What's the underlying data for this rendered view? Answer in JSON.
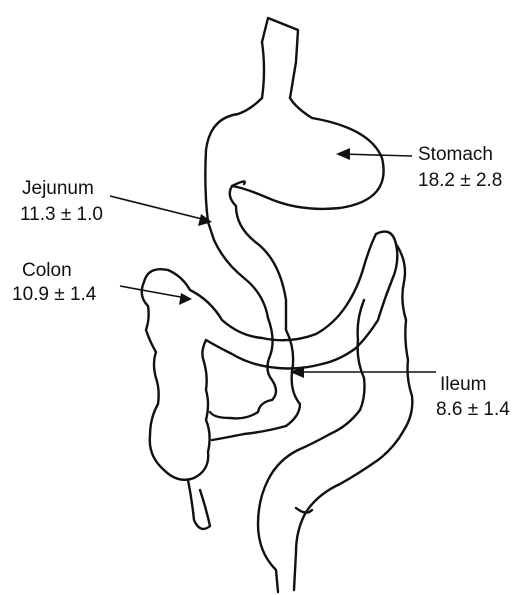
{
  "labels": {
    "stomach": {
      "name": "Stomach",
      "value": "18.2 ± 2.8"
    },
    "jejunum": {
      "name": "Jejunum",
      "value": "11.3 ± 1.0"
    },
    "colon": {
      "name": "Colon",
      "value": "10.9 ± 1.4"
    },
    "ileum": {
      "name": "Ileum",
      "value": "8.6 ± 1.4"
    }
  }
}
